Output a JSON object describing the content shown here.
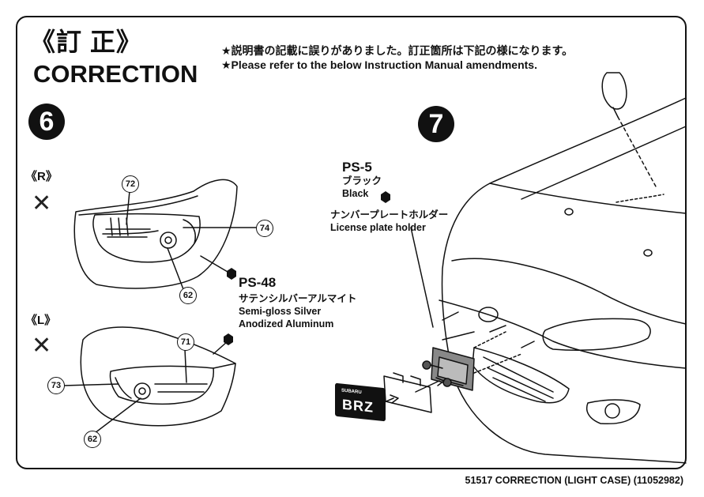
{
  "header": {
    "title_jp": "《訂 正》",
    "title_en": "CORRECTION",
    "note_jp": "★説明書の記載に誤りがありました。訂正箇所は下記の様になります。",
    "note_en": "★Please refer to the below Instruction Manual amendments."
  },
  "step6": {
    "number": "6",
    "right_label": "《R》",
    "left_label": "《L》",
    "x_mark": "✕",
    "parts_r": [
      "72",
      "74",
      "62"
    ],
    "parts_l": [
      "71",
      "73",
      "62"
    ],
    "paint": {
      "code": "PS-48",
      "name_jp": "サテンシルバーアルマイト",
      "name_en_1": "Semi-gloss Silver",
      "name_en_2": "Anodized Aluminum"
    }
  },
  "step7": {
    "number": "7",
    "paint": {
      "code": "PS-5",
      "name_jp": "ブラック",
      "name_en": "Black"
    },
    "part": {
      "name_jp": "ナンバープレートホルダー",
      "name_en": "License plate holder"
    },
    "plate": {
      "small_text": "SUBARU",
      "big_text": "BRZ"
    }
  },
  "footer": {
    "text": "51517 CORRECTION (LIGHT CASE) (11052982)"
  }
}
